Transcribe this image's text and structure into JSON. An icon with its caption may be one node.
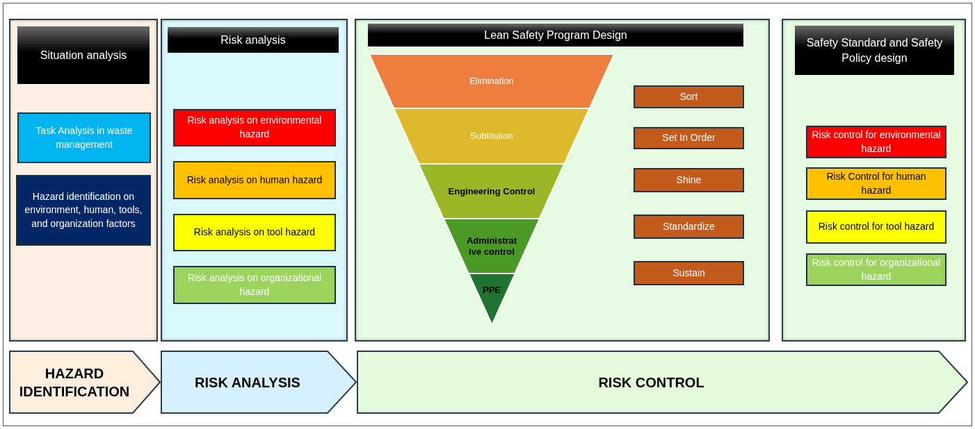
{
  "diagram": {
    "nodes": [
      {
        "text": [],
        "shape": "box"
      },
      {
        "text": [
          "Situation analysis"
        ],
        "in": 0
      },
      {
        "text": [
          "Task Analysis in waste management"
        ],
        "in": 0
      },
      {
        "text": [
          "Hazard identification on environment, human, tools, and organization factors"
        ],
        "in": 0
      },
      {
        "text": [],
        "shape": "box"
      },
      {
        "text": [
          "Risk analysis"
        ],
        "in": 4
      },
      {
        "text": [
          "Risk analysis on environmental hazard"
        ],
        "in": 4
      },
      {
        "text": [
          "Risk analysis on human hazard"
        ],
        "in": 4
      },
      {
        "text": [
          "Risk analysis on tool hazard"
        ],
        "in": 4
      },
      {
        "text": [
          "Risk analysis on organizational hazard"
        ],
        "in": 4
      },
      {
        "text": [],
        "shape": "box"
      },
      {
        "text": [
          "Lean Safety Program Design"
        ],
        "in": 10
      },
      {
        "text": [
          "Elimination"
        ],
        "in": 10
      },
      {
        "text": [
          "Subtitution"
        ],
        "in": 10
      },
      {
        "text": [
          "Engineering Control"
        ],
        "in": 10
      },
      {
        "text": [
          "Administrative control"
        ],
        "in": 10
      },
      {
        "text": [
          "PPE"
        ],
        "in": 10
      },
      {
        "text": [
          "Sort"
        ],
        "in": 10
      },
      {
        "text": [
          "Set In Order"
        ],
        "in": 10
      },
      {
        "text": [
          "Shine"
        ],
        "in": 10
      },
      {
        "text": [
          "Standardize"
        ],
        "in": 10
      },
      {
        "text": [
          "Sustain"
        ],
        "in": 10
      },
      {
        "text": [],
        "shape": "box"
      },
      {
        "text": [
          "Safety Standard and Safety Policy design"
        ],
        "in": 22
      },
      {
        "text": [
          "Risk control for environmental hazard"
        ],
        "in": 22
      },
      {
        "text": [
          "Risk Control for human hazard"
        ],
        "in": 22
      },
      {
        "text": [
          "Risk control for tool hazard"
        ],
        "in": 22
      },
      {
        "text": [
          "Risk control for organizational hazard"
        ],
        "in": 22
      },
      {
        "text": [
          "HAZARD IDENTIFICATION"
        ]
      },
      {
        "text": [
          "RISK ANALYSIS"
        ]
      },
      {
        "text": [
          "RISK CONTROL"
        ]
      }
    ]
  }
}
